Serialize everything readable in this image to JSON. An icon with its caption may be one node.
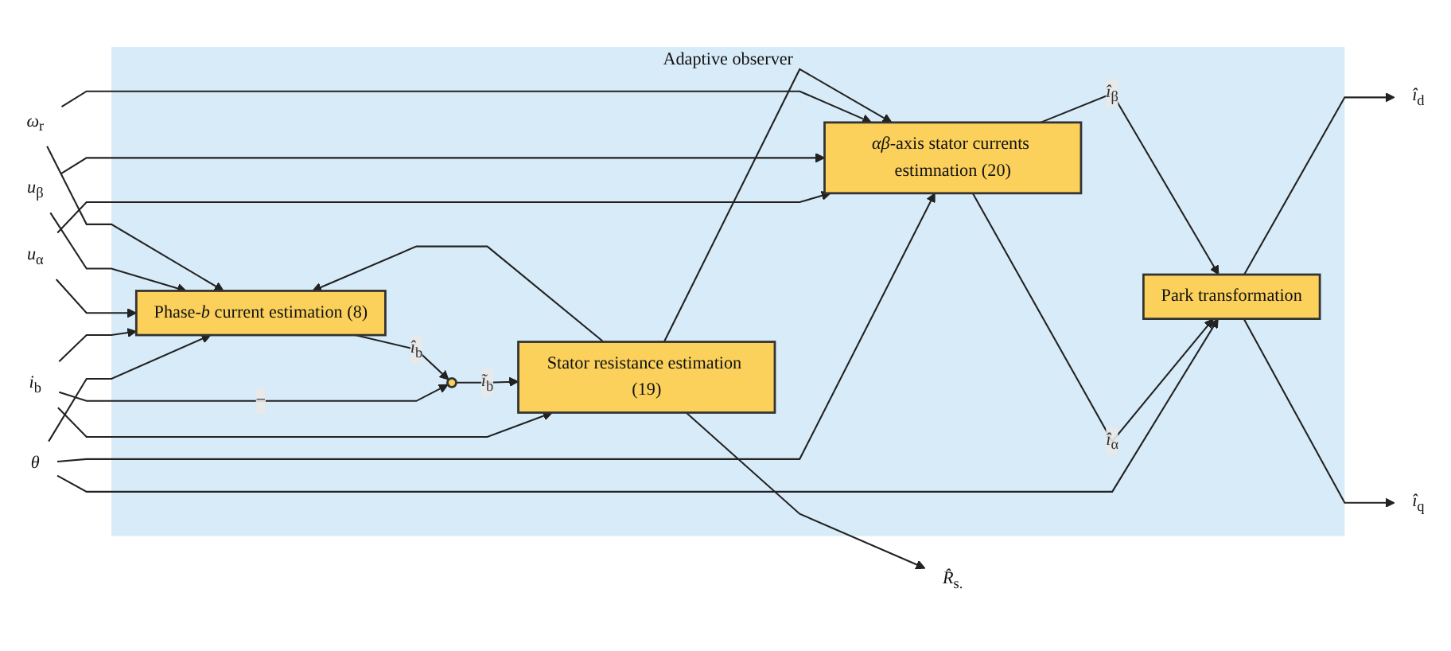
{
  "diagram": {
    "nodes": [
      {
        "text": [
          "Adaptive observer"
        ]
      },
      {
        "text": [
          "*θ*"
        ]
      },
      {
        "text": [
          "*i*$_{b}$"
        ]
      },
      {
        "text": [
          "*u*$_{α}$"
        ]
      },
      {
        "text": [
          "*u*$_{β}$"
        ]
      },
      {
        "text": [
          "*ω*$_{r}$"
        ]
      },
      {
        "text": [
          "Phase-*b* current estimation (8)"
        ],
        "in": 0
      },
      {
        "text": [],
        "shape": "circle",
        "in": 0
      },
      {
        "text": [
          "Stator resistance estimation (19)"
        ],
        "in": 0
      },
      {
        "text": [
          "*αβ*-axis stator currents estimnation (20)"
        ],
        "in": 0
      },
      {
        "text": [
          "Park transformation"
        ],
        "in": 0
      },
      {
        "text": [
          "*î*$_{d}$"
        ]
      },
      {
        "text": [
          "*î*$_{q}$"
        ]
      },
      {
        "text": [
          "*R̂*$_{s.}$"
        ]
      }
    ],
    "edges": [
      {
        "from": 1,
        "to": 6,
        "arrow": "to"
      },
      {
        "from": 1,
        "to": 9,
        "arrow": "to"
      },
      {
        "from": 1,
        "to": 10,
        "arrow": "to"
      },
      {
        "from": 2,
        "to": 6,
        "arrow": "to"
      },
      {
        "from": 2,
        "to": 7,
        "arrow": "to",
        "label": "−"
      },
      {
        "from": 2,
        "to": 8,
        "arrow": "to"
      },
      {
        "from": 3,
        "to": 6,
        "arrow": "to"
      },
      {
        "from": 3,
        "to": 9,
        "arrow": "to"
      },
      {
        "from": 4,
        "to": 6,
        "arrow": "to"
      },
      {
        "from": 4,
        "to": 9,
        "arrow": "to"
      },
      {
        "from": 5,
        "to": 6,
        "arrow": "to"
      },
      {
        "from": 5,
        "to": 9,
        "arrow": "to"
      },
      {
        "from": 6,
        "to": 7,
        "arrow": "to",
        "label": "*î*$_{b}$"
      },
      {
        "from": 7,
        "to": 8,
        "arrow": "to",
        "label": "*ĩ*$_{b}$"
      },
      {
        "from": 8,
        "to": 13,
        "arrow": "to"
      },
      {
        "from": 8,
        "to": 9,
        "arrow": "to"
      },
      {
        "from": 8,
        "to": 6,
        "arrow": "to"
      },
      {
        "from": 9,
        "to": 10,
        "arrow": "to",
        "label": "*î*$_{α}$"
      },
      {
        "from": 9,
        "to": 10,
        "arrow": "to",
        "label": "*î*$_{β}$"
      },
      {
        "from": 10,
        "to": 11,
        "arrow": "to"
      },
      {
        "from": 10,
        "to": 12,
        "arrow": "to"
      }
    ]
  }
}
